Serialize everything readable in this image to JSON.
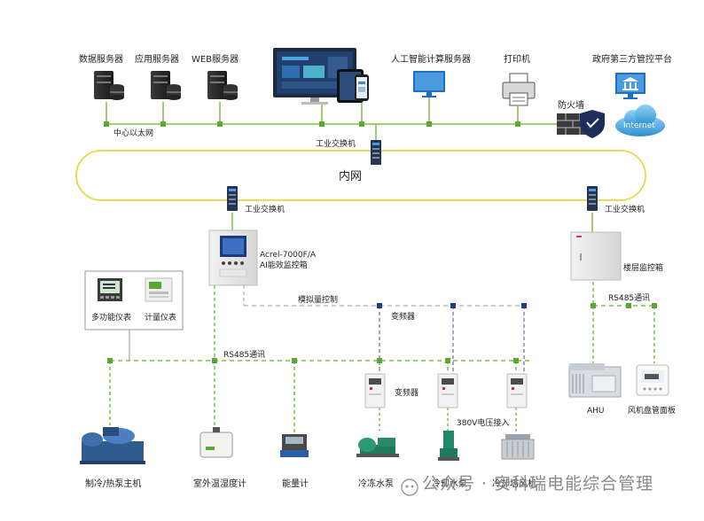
{
  "labels": {
    "data_server": "数据服务器",
    "app_server": "应用服务器",
    "web_server": "WEB服务器",
    "ai_server": "人工智能计算服务器",
    "printer": "打印机",
    "gov_platform": "政府第三方管控平台",
    "firewall": "防火墙",
    "internet": "Internet",
    "center_ethernet": "中心以太网",
    "switch_top": "工业交换机",
    "intranet": "内网",
    "switch_left": "工业交换机",
    "switch_right": "工业交换机",
    "controller_model": "Acrel-7000F/A",
    "controller_name": "AI能效监控箱",
    "building_box": "楼层监控箱",
    "multi_meter": "多功能仪表",
    "metering_meter": "计量仪表",
    "analog_control": "模拟量控制",
    "vfd_top": "变频器",
    "rs485_right": "RS485通讯",
    "rs485_main": "RS485通讯",
    "vfd_mid": "变频器",
    "voltage_input": "380V电压接入",
    "ahu": "AHU",
    "fcu_panel": "风机盘管面板",
    "chiller": "制冷/热泵主机",
    "outdoor_sensor": "室外温湿度计",
    "energy_meter": "能量计",
    "chilled_pump": "冷冻水泵",
    "cooling_pump": "冷却水泵",
    "cooling_tower": "冷却塔风机"
  },
  "watermark": "公众号 · 安科瑞电能综合管理",
  "colors": {
    "green_line": "#7cc043",
    "green_node": "#5aa832",
    "intranet_ring": "#e6d84a",
    "blue_node": "#1f3c8c",
    "dashed_gray": "#9a9a9a"
  }
}
